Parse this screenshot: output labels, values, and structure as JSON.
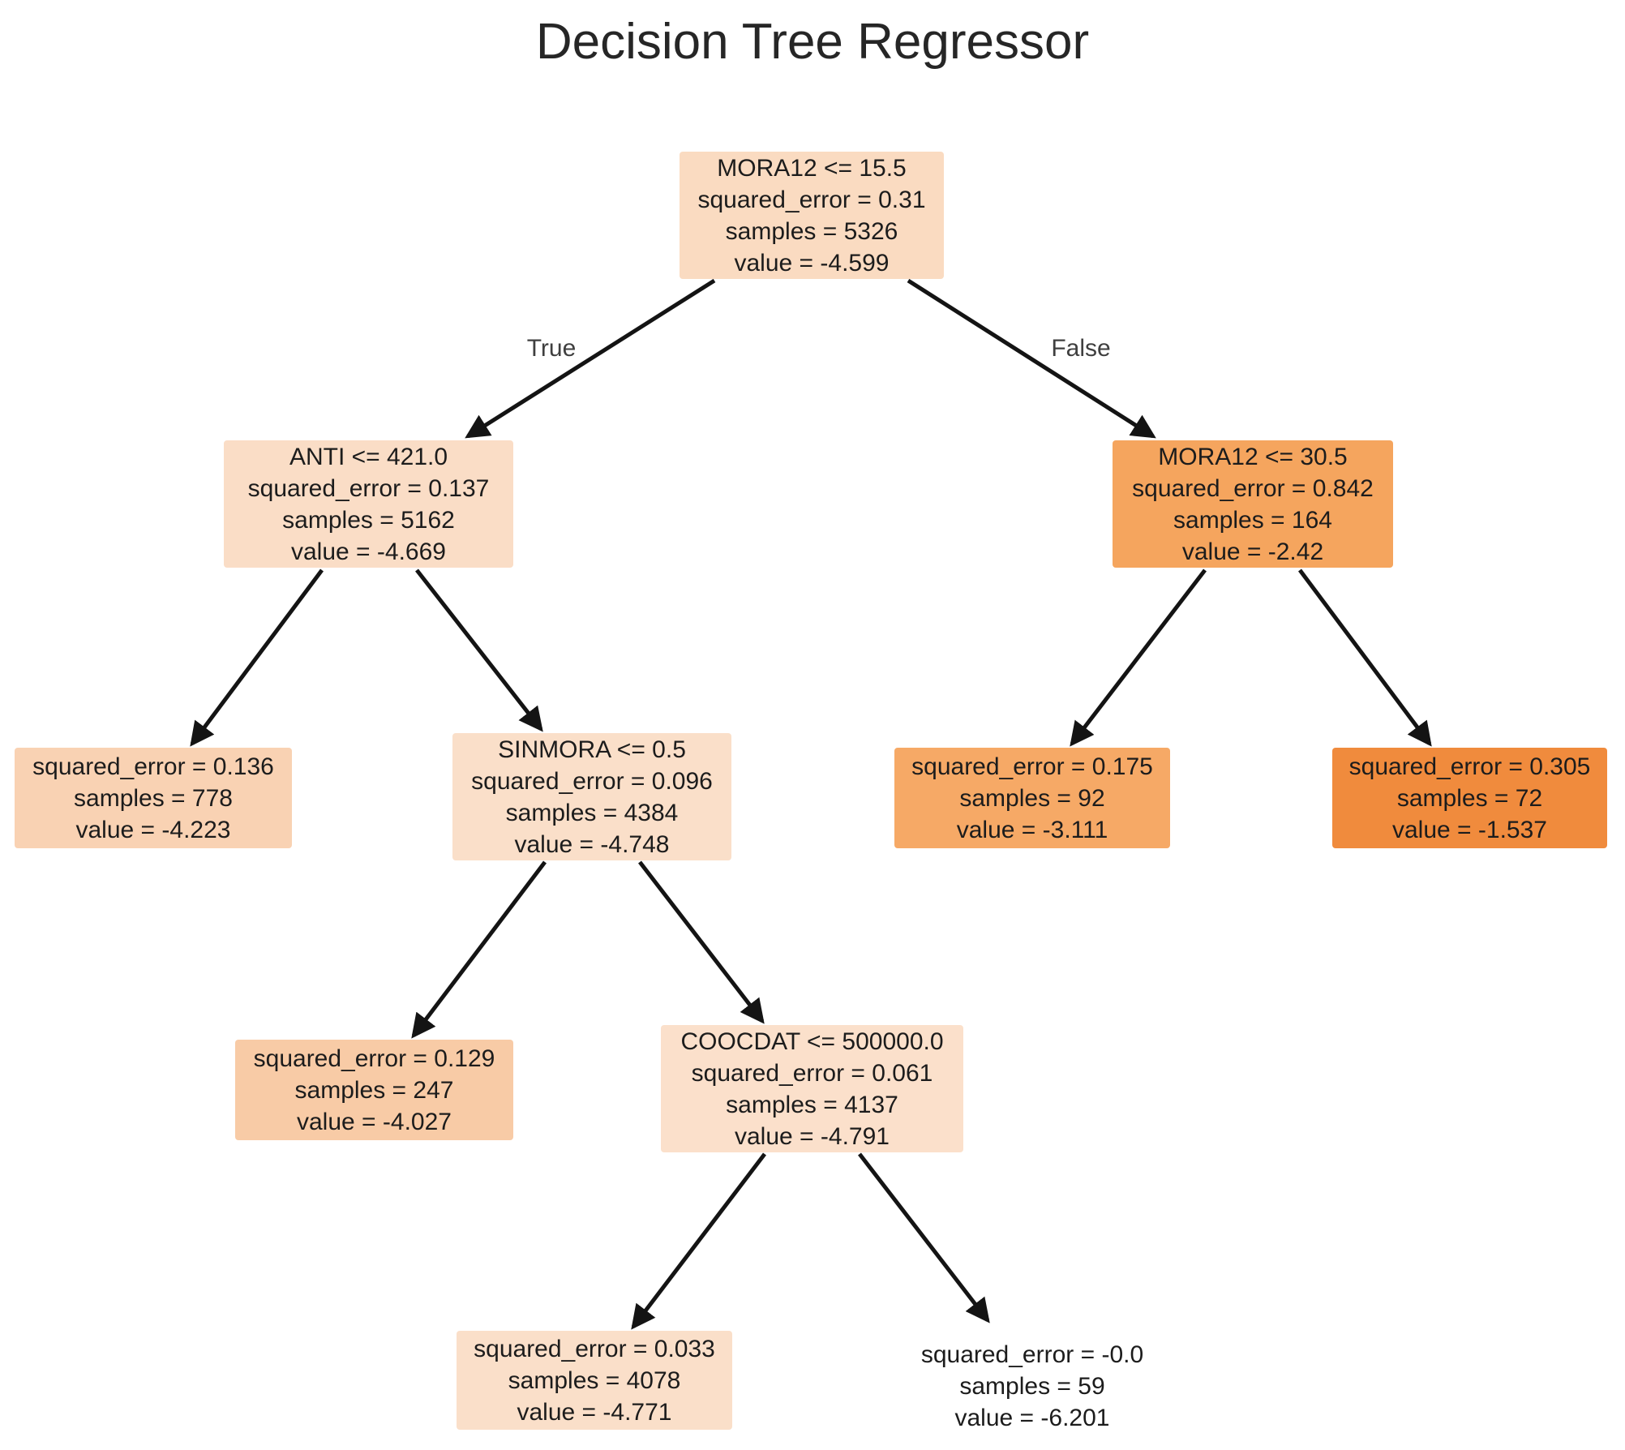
{
  "title": "Decision Tree Regressor",
  "edge_labels": {
    "left": "True",
    "right": "False"
  },
  "colors": {
    "background": "#ffffff",
    "arrow": "#141414",
    "title_text": "#262626",
    "node_text": "#1c1c1c",
    "edge_label_text": "#3f3f3f"
  },
  "nodes": [
    {
      "id": "root",
      "label_lines": [
        "MORA12 <= 15.5",
        "squared_error = 0.31",
        "samples = 5326",
        "value = -4.599"
      ],
      "fill": "#fadbc1"
    },
    {
      "id": "anti",
      "label_lines": [
        "ANTI <= 421.0",
        "squared_error = 0.137",
        "samples = 5162",
        "value = -4.669"
      ],
      "fill": "#faddc6"
    },
    {
      "id": "mora30",
      "label_lines": [
        "MORA12 <= 30.5",
        "squared_error = 0.842",
        "samples = 164",
        "value = -2.42"
      ],
      "fill": "#f5a55e"
    },
    {
      "id": "leaf-136",
      "label_lines": [
        "squared_error = 0.136",
        "samples = 778",
        "value = -4.223"
      ],
      "fill": "#f9d2b3"
    },
    {
      "id": "sinmora",
      "label_lines": [
        "SINMORA <= 0.5",
        "squared_error = 0.096",
        "samples = 4384",
        "value = -4.748"
      ],
      "fill": "#fadfc9"
    },
    {
      "id": "leaf-175",
      "label_lines": [
        "squared_error = 0.175",
        "samples = 92",
        "value = -3.111"
      ],
      "fill": "#f6a966"
    },
    {
      "id": "leaf-305",
      "label_lines": [
        "squared_error = 0.305",
        "samples = 72",
        "value = -1.537"
      ],
      "fill": "#f08b3d"
    },
    {
      "id": "leaf-129",
      "label_lines": [
        "squared_error = 0.129",
        "samples = 247",
        "value = -4.027"
      ],
      "fill": "#f8cba6"
    },
    {
      "id": "coocdat",
      "label_lines": [
        "COOCDAT <= 500000.0",
        "squared_error = 0.061",
        "samples = 4137",
        "value = -4.791"
      ],
      "fill": "#fbe0cb"
    },
    {
      "id": "leaf-033",
      "label_lines": [
        "squared_error = 0.033",
        "samples = 4078",
        "value = -4.771"
      ],
      "fill": "#fadfc9"
    },
    {
      "id": "leaf-59",
      "label_lines": [
        "squared_error = -0.0",
        "samples = 59",
        "value = -6.201"
      ],
      "fill": "none"
    }
  ],
  "edges": [
    {
      "from": "root",
      "to": "anti",
      "label": "True"
    },
    {
      "from": "root",
      "to": "mora30",
      "label": "False"
    },
    {
      "from": "anti",
      "to": "leaf-136",
      "label": ""
    },
    {
      "from": "anti",
      "to": "sinmora",
      "label": ""
    },
    {
      "from": "mora30",
      "to": "leaf-175",
      "label": ""
    },
    {
      "from": "mora30",
      "to": "leaf-305",
      "label": ""
    },
    {
      "from": "sinmora",
      "to": "leaf-129",
      "label": ""
    },
    {
      "from": "sinmora",
      "to": "coocdat",
      "label": ""
    },
    {
      "from": "coocdat",
      "to": "leaf-033",
      "label": ""
    },
    {
      "from": "coocdat",
      "to": "leaf-59",
      "label": ""
    }
  ]
}
